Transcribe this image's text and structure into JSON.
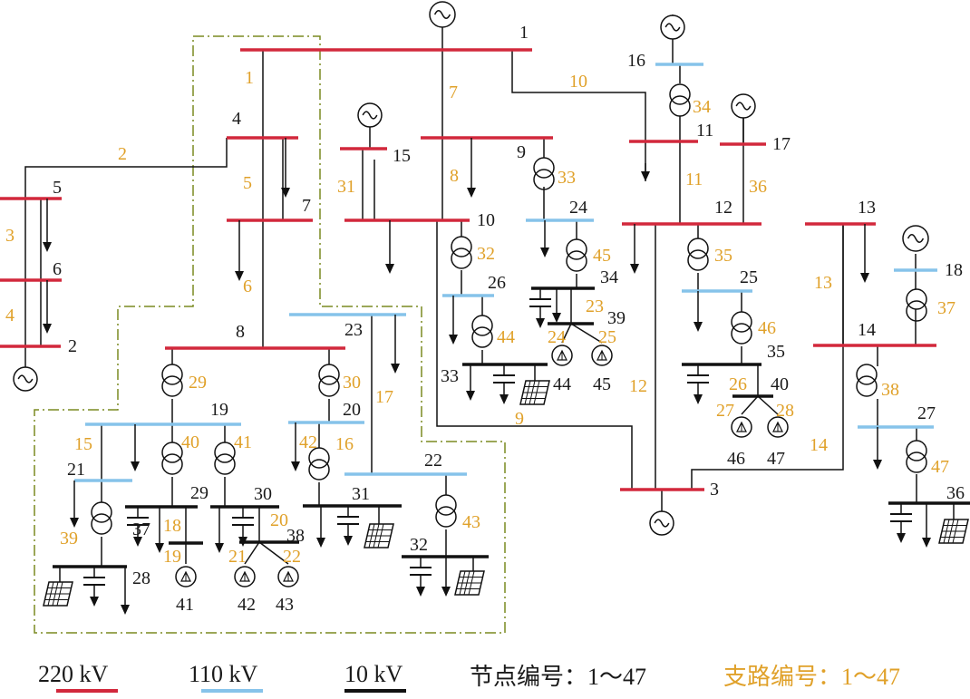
{
  "colors": {
    "kv220": "#d2283c",
    "kv110": "#86c3ea",
    "kv10": "#111111",
    "node_label": "#1a1a1a",
    "branch_label": "#e0a12a",
    "zone_border": "#7a8a20"
  },
  "legend": {
    "kv220": "220 kV",
    "kv110": "110 kV",
    "kv10": "10 kV",
    "node_numbering": "节点编号：1～47",
    "branch_numbering": "支路编号：1～47"
  },
  "nodes": [
    {
      "id": "1",
      "label": "1"
    },
    {
      "id": "2",
      "label": "2"
    },
    {
      "id": "3",
      "label": "3"
    },
    {
      "id": "4",
      "label": "4"
    },
    {
      "id": "5",
      "label": "5"
    },
    {
      "id": "6",
      "label": "6"
    },
    {
      "id": "7",
      "label": "7"
    },
    {
      "id": "8",
      "label": "8"
    },
    {
      "id": "9",
      "label": "9"
    },
    {
      "id": "10",
      "label": "10"
    },
    {
      "id": "11",
      "label": "11"
    },
    {
      "id": "12",
      "label": "12"
    },
    {
      "id": "13",
      "label": "13"
    },
    {
      "id": "14",
      "label": "14"
    },
    {
      "id": "15",
      "label": "15"
    },
    {
      "id": "16",
      "label": "16"
    },
    {
      "id": "17",
      "label": "17"
    },
    {
      "id": "18",
      "label": "18"
    },
    {
      "id": "19",
      "label": "19"
    },
    {
      "id": "20",
      "label": "20"
    },
    {
      "id": "21",
      "label": "21"
    },
    {
      "id": "22",
      "label": "22"
    },
    {
      "id": "23",
      "label": "23"
    },
    {
      "id": "24",
      "label": "24"
    },
    {
      "id": "25",
      "label": "25"
    },
    {
      "id": "26",
      "label": "26"
    },
    {
      "id": "27",
      "label": "27"
    },
    {
      "id": "28",
      "label": "28"
    },
    {
      "id": "29",
      "label": "29"
    },
    {
      "id": "30",
      "label": "30"
    },
    {
      "id": "31",
      "label": "31"
    },
    {
      "id": "32",
      "label": "32"
    },
    {
      "id": "33",
      "label": "33"
    },
    {
      "id": "34",
      "label": "34"
    },
    {
      "id": "35",
      "label": "35"
    },
    {
      "id": "36",
      "label": "36"
    },
    {
      "id": "37",
      "label": "37"
    },
    {
      "id": "38",
      "label": "38"
    },
    {
      "id": "39",
      "label": "39"
    },
    {
      "id": "40",
      "label": "40"
    },
    {
      "id": "41",
      "label": "41"
    },
    {
      "id": "42",
      "label": "42"
    },
    {
      "id": "43",
      "label": "43"
    },
    {
      "id": "44",
      "label": "44"
    },
    {
      "id": "45",
      "label": "45"
    },
    {
      "id": "46",
      "label": "46"
    },
    {
      "id": "47",
      "label": "47"
    }
  ],
  "branches": [
    {
      "id": "b1",
      "label": "1"
    },
    {
      "id": "b2",
      "label": "2"
    },
    {
      "id": "b3",
      "label": "3"
    },
    {
      "id": "b4",
      "label": "4"
    },
    {
      "id": "b5",
      "label": "5"
    },
    {
      "id": "b6",
      "label": "6"
    },
    {
      "id": "b7",
      "label": "7"
    },
    {
      "id": "b8",
      "label": "8"
    },
    {
      "id": "b9",
      "label": "9"
    },
    {
      "id": "b10",
      "label": "10"
    },
    {
      "id": "b11",
      "label": "11"
    },
    {
      "id": "b12",
      "label": "12"
    },
    {
      "id": "b13",
      "label": "13"
    },
    {
      "id": "b14",
      "label": "14"
    },
    {
      "id": "b15",
      "label": "15"
    },
    {
      "id": "b16",
      "label": "16"
    },
    {
      "id": "b17",
      "label": "17"
    },
    {
      "id": "b18",
      "label": "18"
    },
    {
      "id": "b19",
      "label": "19"
    },
    {
      "id": "b20",
      "label": "20"
    },
    {
      "id": "b21",
      "label": "21"
    },
    {
      "id": "b22",
      "label": "22"
    },
    {
      "id": "b23",
      "label": "23"
    },
    {
      "id": "b24",
      "label": "24"
    },
    {
      "id": "b25",
      "label": "25"
    },
    {
      "id": "b26",
      "label": "26"
    },
    {
      "id": "b27",
      "label": "27"
    },
    {
      "id": "b28",
      "label": "28"
    },
    {
      "id": "b29",
      "label": "29"
    },
    {
      "id": "b30",
      "label": "30"
    },
    {
      "id": "b31",
      "label": "31"
    },
    {
      "id": "b32",
      "label": "32"
    },
    {
      "id": "b33",
      "label": "33"
    },
    {
      "id": "b34",
      "label": "34"
    },
    {
      "id": "b35",
      "label": "35"
    },
    {
      "id": "b36",
      "label": "36"
    },
    {
      "id": "b37",
      "label": "37"
    },
    {
      "id": "b38",
      "label": "38"
    },
    {
      "id": "b39",
      "label": "39"
    },
    {
      "id": "b40",
      "label": "40"
    },
    {
      "id": "b41",
      "label": "41"
    },
    {
      "id": "b42",
      "label": "42"
    },
    {
      "id": "b43",
      "label": "43"
    },
    {
      "id": "b44",
      "label": "44"
    },
    {
      "id": "b45",
      "label": "45"
    },
    {
      "id": "b46",
      "label": "46"
    },
    {
      "id": "b47",
      "label": "47"
    }
  ],
  "icons": {
    "generator": "generator-icon",
    "transformer": "transformer-icon",
    "load": "load-arrow-icon",
    "capacitor": "capacitor-icon",
    "pv": "pv-panel-icon",
    "wind": "wind-turbine-icon"
  }
}
